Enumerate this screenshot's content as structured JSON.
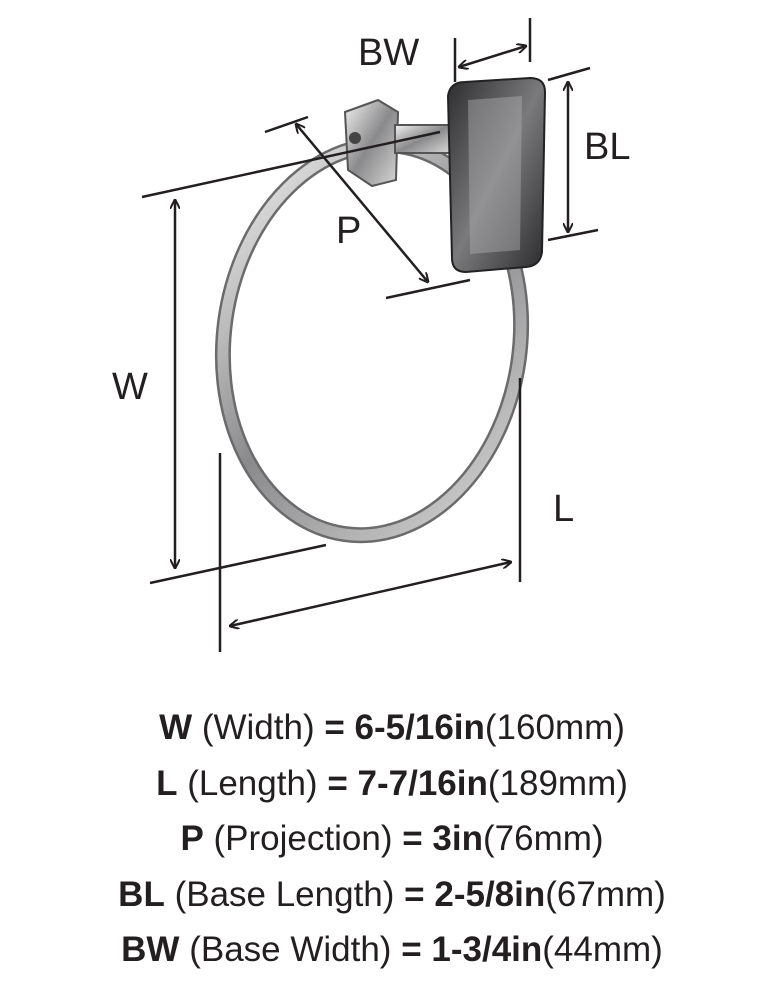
{
  "diagram_labels": {
    "bw": "BW",
    "bl": "BL",
    "p": "P",
    "w": "W",
    "l": "L"
  },
  "specs": [
    {
      "code": "W",
      "name": "(Width)",
      "eq": "=",
      "imperial": "6-5/16in",
      "metric": "(160mm)"
    },
    {
      "code": "L",
      "name": "(Length)",
      "eq": "=",
      "imperial": "7-7/16in",
      "metric": "(189mm)"
    },
    {
      "code": "P",
      "name": "(Projection)",
      "eq": "=",
      "imperial": "3in",
      "metric": "(76mm)"
    },
    {
      "code": "BL",
      "name": "(Base Length)",
      "eq": "=",
      "imperial": "2-5/8in",
      "metric": "(67mm)"
    },
    {
      "code": "BW",
      "name": "(Base Width)",
      "eq": "=",
      "imperial": "1-3/4in",
      "metric": "(44mm)"
    }
  ],
  "colors": {
    "line": "#231f20",
    "chrome_dark": "#3a3a3c",
    "chrome_light": "#e8e8e8"
  }
}
